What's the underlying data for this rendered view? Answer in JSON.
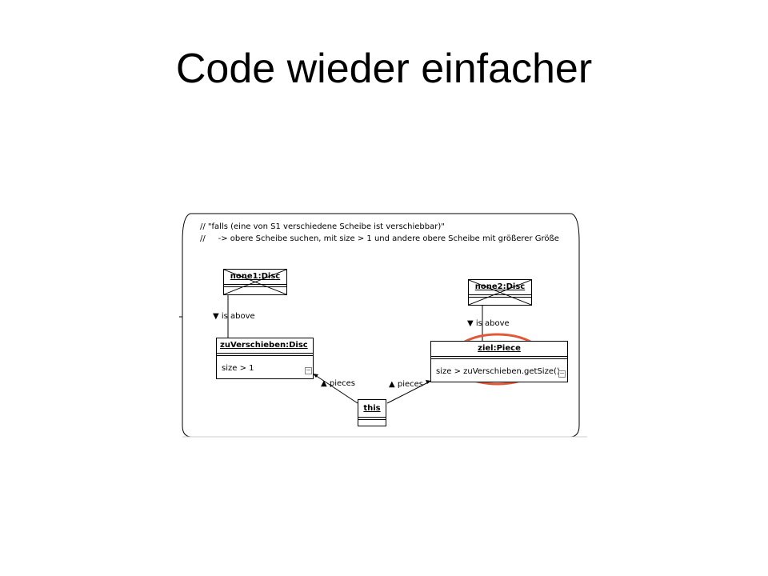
{
  "slide": {
    "title": "Code wieder einfacher"
  },
  "diagram": {
    "comment_lines": [
      "// \"falls (eine von S1 verschiedene Scheibe ist verschiebbar)\"",
      "//     -> obere Scheibe suchen, mit size > 1 und andere obere Scheibe mit größerer Größe"
    ],
    "nodes": {
      "none1": {
        "title": "none1:Disc"
      },
      "none2": {
        "title": "none2:Disc"
      },
      "zuverschieben": {
        "title": "zuVerschieben:Disc",
        "constraint": "size > 1"
      },
      "ziel": {
        "title": "ziel:Piece",
        "constraint": "size > zuVerschieben.getSize()"
      },
      "this": {
        "title": "this"
      }
    },
    "edges": {
      "above_left": "is above",
      "above_right": "is above",
      "pieces_left": "pieces",
      "pieces_right": "pieces"
    },
    "highlight_color": "#e05a3a"
  }
}
